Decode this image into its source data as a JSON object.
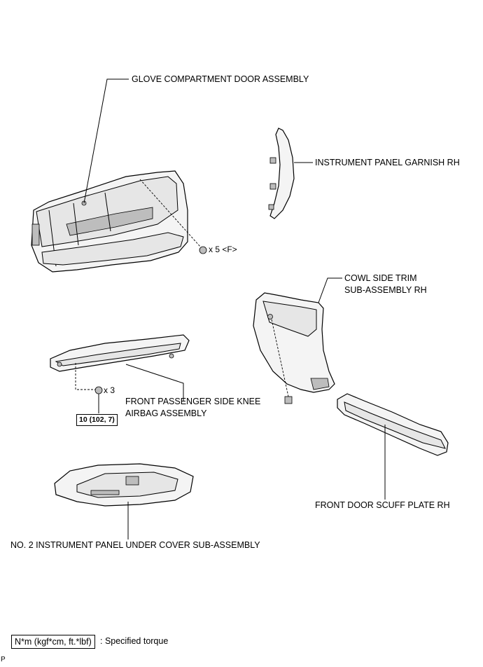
{
  "labels": {
    "glove_compartment": "GLOVE COMPARTMENT DOOR ASSEMBLY",
    "panel_garnish": "INSTRUMENT PANEL GARNISH RH",
    "cowl_side_line1": "COWL SIDE TRIM",
    "cowl_side_line2": "SUB-ASSEMBLY RH",
    "knee_airbag_line1": "FRONT PASSENGER SIDE KNEE",
    "knee_airbag_line2": "AIRBAG ASSEMBLY",
    "scuff_plate": "FRONT DOOR SCUFF PLATE RH",
    "under_cover": "NO. 2 INSTRUMENT PANEL UNDER COVER SUB-ASSEMBLY"
  },
  "fasteners": {
    "glove_clips": "x 5  <F>",
    "airbag_bolts": "x 3"
  },
  "torque": {
    "airbag_bolts": "10 (102, 7)"
  },
  "legend": {
    "unit_box": "N*m (kgf*cm, ft.*lbf)",
    "description": ": Specified torque"
  },
  "corner_mark": "P"
}
